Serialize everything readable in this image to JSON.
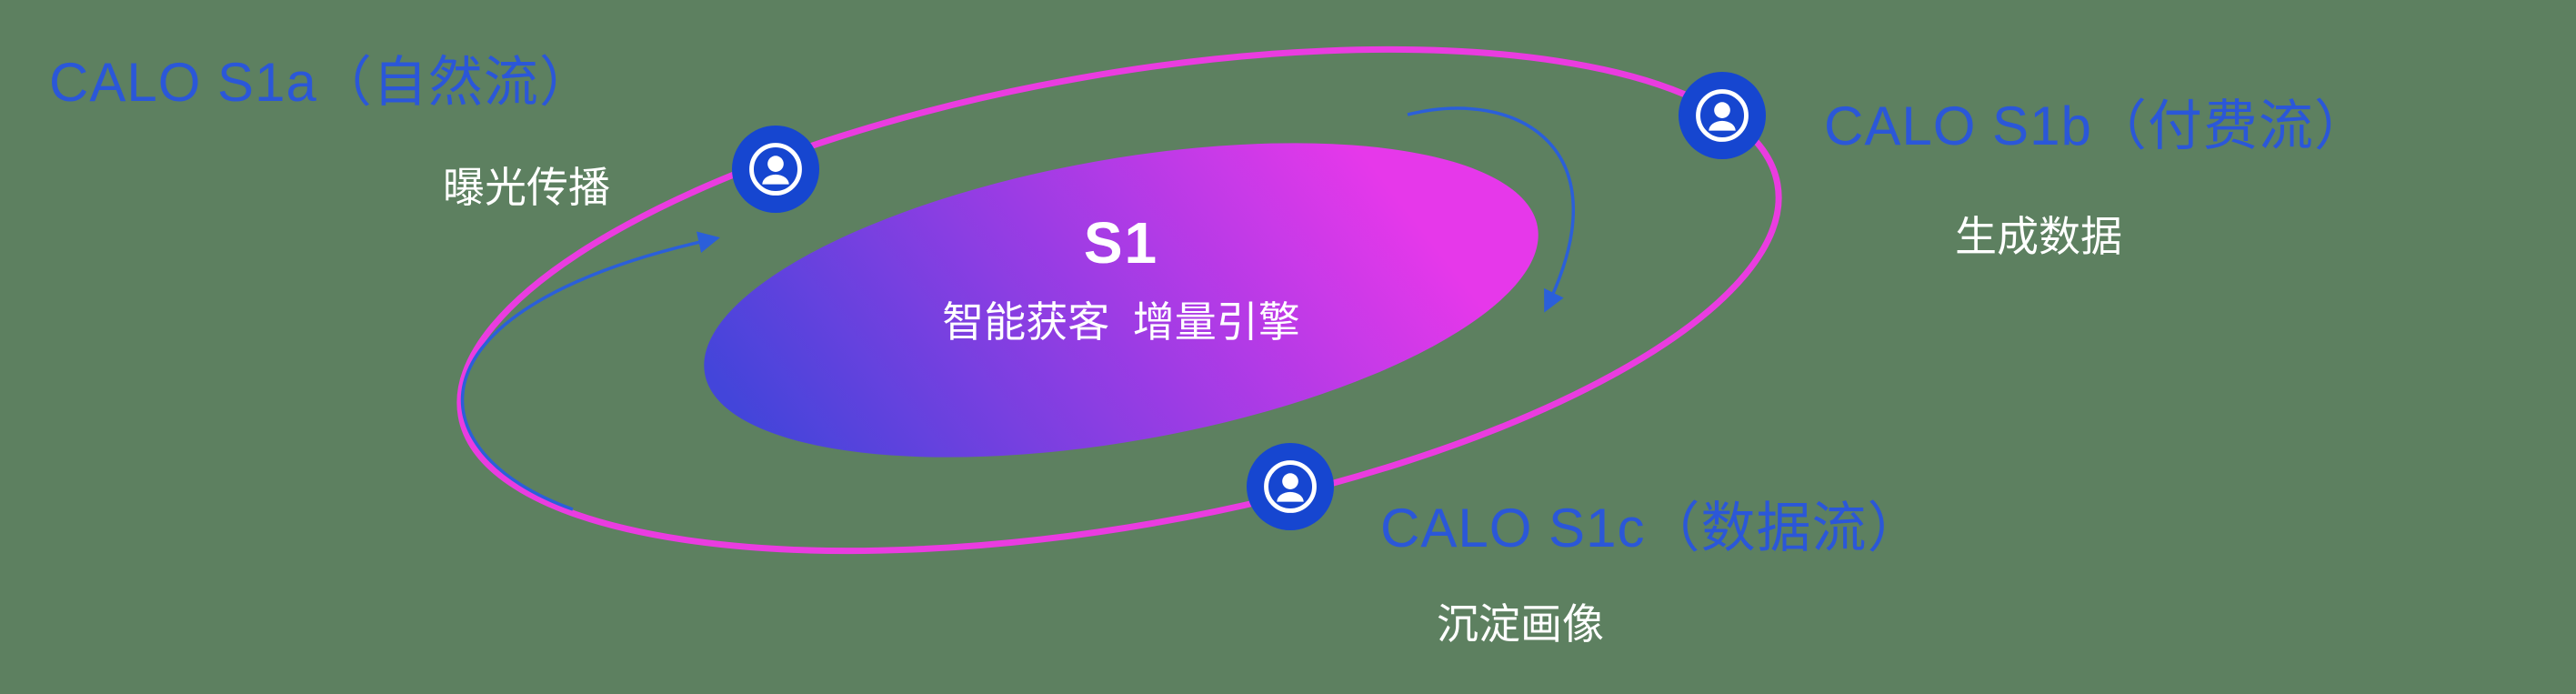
{
  "diagram": {
    "center": {
      "title": "S1",
      "subtitle": "智能获客  增量引擎"
    },
    "nodes": [
      {
        "id": "s1a",
        "label": "CALO S1a（自然流）",
        "sublabel": "曝光传播"
      },
      {
        "id": "s1b",
        "label": "CALO S1b（付费流）",
        "sublabel": "生成数据"
      },
      {
        "id": "s1c",
        "label": "CALO S1c（数据流）",
        "sublabel": "沉淀画像"
      }
    ],
    "colors": {
      "background": "#5d8060",
      "label_blue": "#2b57d8",
      "orbit_pink": "#ea3ce0",
      "node_blue": "#1646d0",
      "gradient_start": "#4345da",
      "gradient_end": "#e638ea",
      "arrow_blue": "#2b5fd9",
      "text_white": "#ffffff"
    }
  }
}
